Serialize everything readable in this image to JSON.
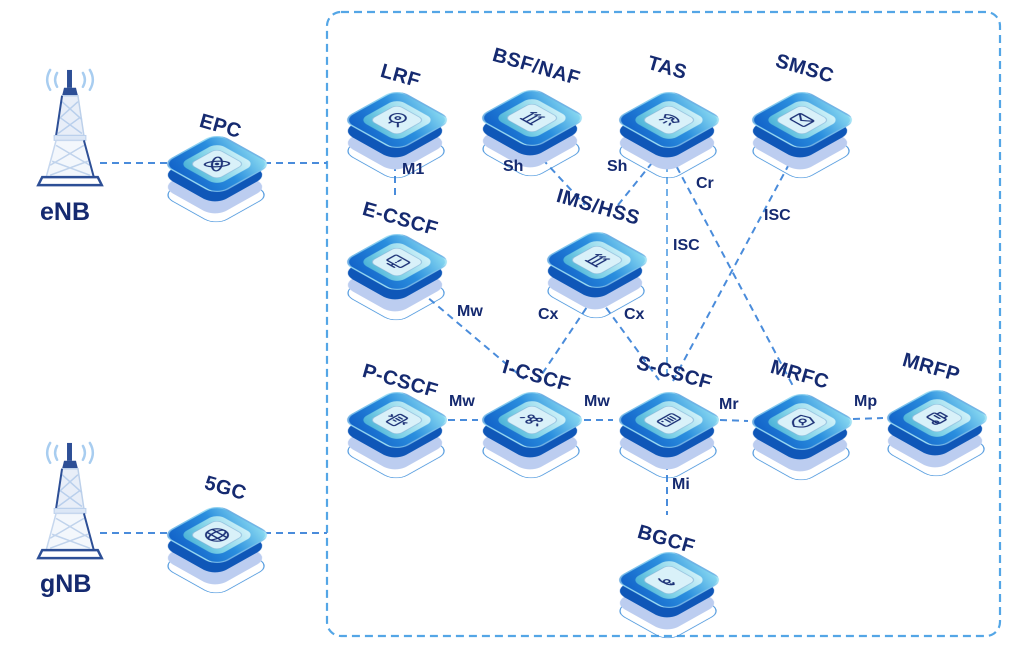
{
  "colors": {
    "background": "#ffffff",
    "label_text": "#152a70",
    "connection_line": "#4a8cdb",
    "connection_line_light": "#74b0e8",
    "ims_box_border": "#54a6e6",
    "node_top": "#2a8ede",
    "node_side": "#0f57b8",
    "node_inner_face": "#7fd2e8",
    "node_shadow": "#bccdf0",
    "icon_stroke": "#1b3076"
  },
  "towers": [
    {
      "id": "enb",
      "label": "eNB",
      "icon": "cell-tower-icon"
    },
    {
      "id": "gnb",
      "label": "gNB",
      "icon": "cell-tower-icon"
    }
  ],
  "nodes": [
    {
      "id": "epc",
      "label": "EPC",
      "icon": "atom-icon"
    },
    {
      "id": "5gc",
      "label": "5GC",
      "icon": "globe-icon"
    },
    {
      "id": "lrf",
      "label": "LRF",
      "icon": "location-search-icon"
    },
    {
      "id": "bsf-naf",
      "label": "BSF/NAF",
      "icon": "server-stack-icon"
    },
    {
      "id": "tas",
      "label": "TAS",
      "icon": "phone-signal-icon"
    },
    {
      "id": "smsc",
      "label": "SMSC",
      "icon": "message-icon"
    },
    {
      "id": "e-cscf",
      "label": "E-CSCF",
      "icon": "emergency-monitor-icon"
    },
    {
      "id": "ims-hss",
      "label": "IMS/HSS",
      "icon": "database-stack-icon"
    },
    {
      "id": "p-cscf",
      "label": "P-CSCF",
      "icon": "proxy-document-icon"
    },
    {
      "id": "i-cscf",
      "label": "I-CSCF",
      "icon": "network-cluster-icon"
    },
    {
      "id": "s-cscf",
      "label": "S-CSCF",
      "icon": "server-icon"
    },
    {
      "id": "mrfc",
      "label": "MRFC",
      "icon": "shield-search-icon"
    },
    {
      "id": "mrfp",
      "label": "MRFP",
      "icon": "media-device-icon"
    },
    {
      "id": "bgcf",
      "label": "BGCF",
      "icon": "route-icon"
    }
  ],
  "edges": [
    {
      "label": "M1",
      "from": "LRF",
      "to": "E-CSCF"
    },
    {
      "label": "Sh",
      "from": "BSF/NAF",
      "to": "IMS/HSS"
    },
    {
      "label": "Sh",
      "from": "TAS",
      "to": "IMS/HSS"
    },
    {
      "label": "ISC",
      "from": "TAS",
      "to": "S-CSCF"
    },
    {
      "label": "Cr",
      "from": "TAS",
      "to": "MRFC"
    },
    {
      "label": "ISC",
      "from": "SMSC",
      "to": "S-CSCF"
    },
    {
      "label": "Mw",
      "from": "E-CSCF",
      "to": "I-CSCF"
    },
    {
      "label": "Cx",
      "from": "IMS/HSS",
      "to": "I-CSCF"
    },
    {
      "label": "Cx",
      "from": "IMS/HSS",
      "to": "S-CSCF"
    },
    {
      "label": "Mw",
      "from": "P-CSCF",
      "to": "I-CSCF"
    },
    {
      "label": "Mw",
      "from": "I-CSCF",
      "to": "S-CSCF"
    },
    {
      "label": "Mr",
      "from": "S-CSCF",
      "to": "MRFC"
    },
    {
      "label": "Mp",
      "from": "MRFC",
      "to": "MRFP"
    },
    {
      "label": "Mi",
      "from": "S-CSCF",
      "to": "BGCF"
    }
  ]
}
